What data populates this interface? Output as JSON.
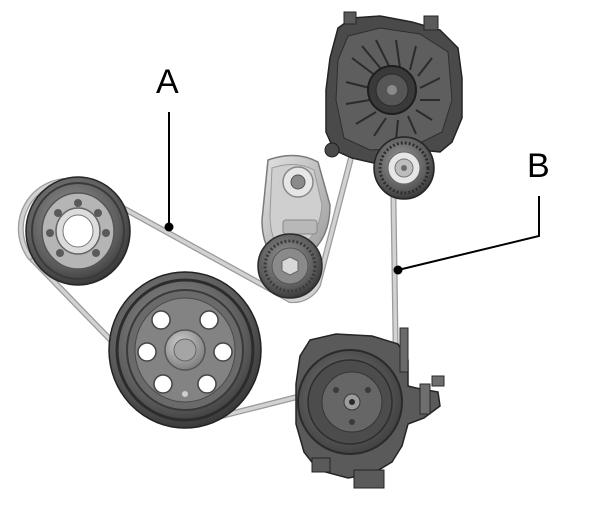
{
  "callouts": {
    "a": {
      "label": "A"
    },
    "b": {
      "label": "B"
    }
  },
  "colors": {
    "belt": "#c9c9c9",
    "metal_dark": "#3c3c3c",
    "metal_mid": "#6e6e6e",
    "metal_light": "#a8a8a8",
    "leader": "#000000"
  },
  "components": [
    {
      "id": "crankshaft-pulley",
      "icon": "crank-pulley-icon"
    },
    {
      "id": "upper-idler-pulley",
      "icon": "pulley-icon"
    },
    {
      "id": "belt-tensioner",
      "icon": "tensioner-icon"
    },
    {
      "id": "alternator",
      "icon": "alternator-icon"
    },
    {
      "id": "alternator-idler-pulley",
      "icon": "pulley-icon"
    },
    {
      "id": "ac-compressor",
      "icon": "compressor-icon"
    }
  ]
}
